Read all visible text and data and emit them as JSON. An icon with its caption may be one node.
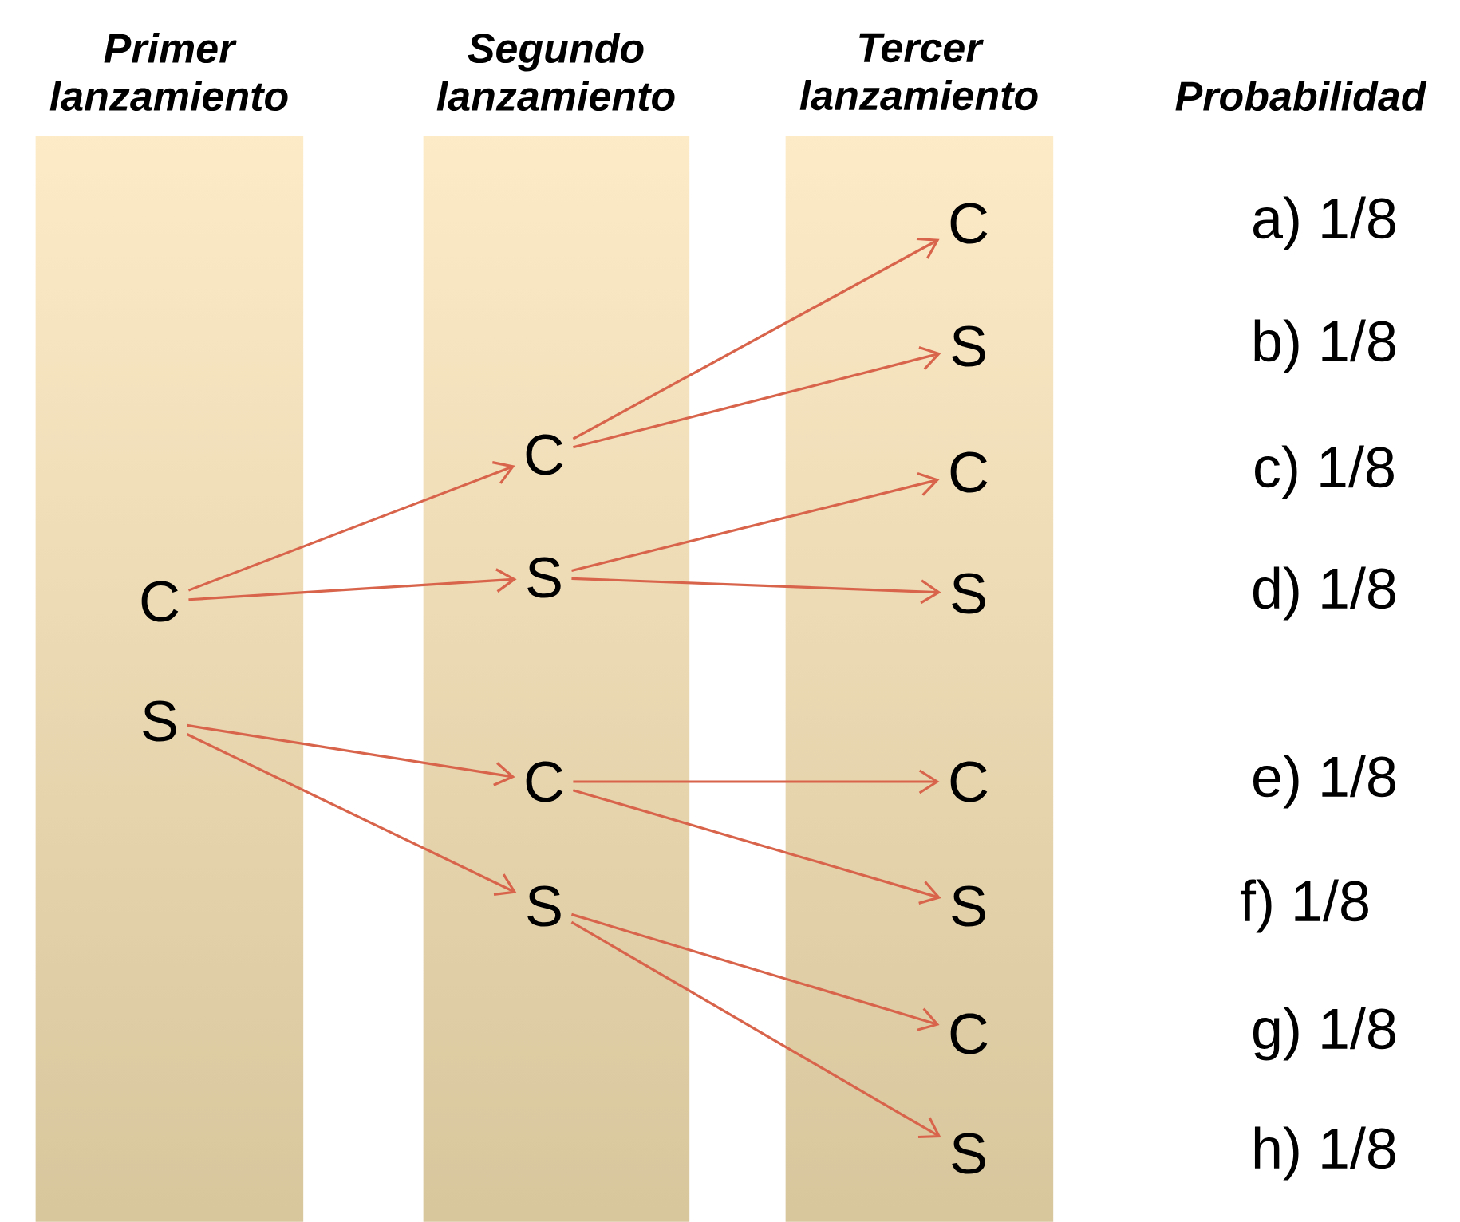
{
  "diagram": {
    "nodes": [
      {
        "text": [
          "Primer lanzamiento"
        ]
      },
      {
        "text": [
          "Segundo lanzamiento"
        ]
      },
      {
        "text": [
          "Tercer lanzamiento"
        ]
      },
      {
        "text": [
          "C"
        ],
        "in": 0
      },
      {
        "text": [
          "S"
        ],
        "in": 0
      },
      {
        "text": [
          "C"
        ],
        "in": 1
      },
      {
        "text": [
          "S"
        ],
        "in": 1
      },
      {
        "text": [
          "C"
        ],
        "in": 1
      },
      {
        "text": [
          "S"
        ],
        "in": 1
      },
      {
        "text": [
          "C"
        ],
        "in": 2
      },
      {
        "text": [
          "S"
        ],
        "in": 2
      },
      {
        "text": [
          "C"
        ],
        "in": 2
      },
      {
        "text": [
          "S"
        ],
        "in": 2
      },
      {
        "text": [
          "C"
        ],
        "in": 2
      },
      {
        "text": [
          "S"
        ],
        "in": 2
      },
      {
        "text": [
          "C"
        ],
        "in": 2
      },
      {
        "text": [
          "S"
        ],
        "in": 2
      }
    ],
    "edges": [
      {
        "from": 3,
        "to": 5,
        "arrow": "to"
      },
      {
        "from": 3,
        "to": 6,
        "arrow": "to"
      },
      {
        "from": 4,
        "to": 7,
        "arrow": "to"
      },
      {
        "from": 4,
        "to": 8,
        "arrow": "to"
      },
      {
        "from": 5,
        "to": 9,
        "arrow": "to"
      },
      {
        "from": 5,
        "to": 10,
        "arrow": "to"
      },
      {
        "from": 6,
        "to": 11,
        "arrow": "to"
      },
      {
        "from": 6,
        "to": 12,
        "arrow": "to"
      },
      {
        "from": 7,
        "to": 13,
        "arrow": "to"
      },
      {
        "from": 7,
        "to": 14,
        "arrow": "to"
      },
      {
        "from": 8,
        "to": 15,
        "arrow": "to"
      },
      {
        "from": 8,
        "to": 16,
        "arrow": "to"
      }
    ],
    "labels": [
      "Probabilidad",
      "a) 1/8",
      "b) 1/8",
      "c) 1/8",
      "d) 1/8",
      "e) 1/8",
      "f) 1/8",
      "g) 1/8",
      "h) 1/8"
    ]
  }
}
